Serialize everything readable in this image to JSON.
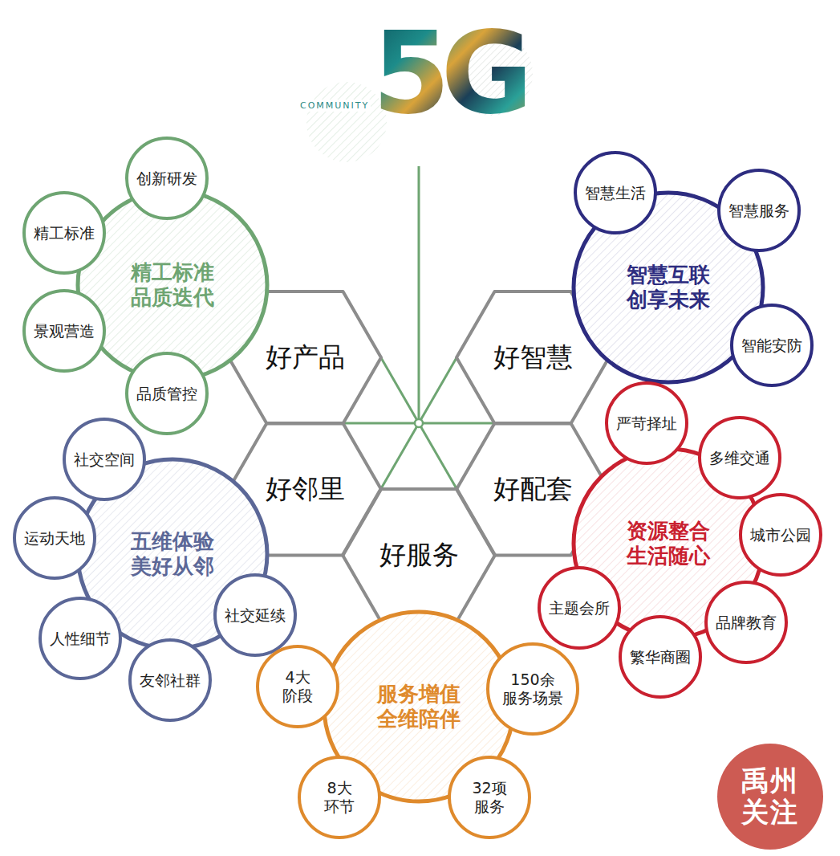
{
  "diagram": {
    "nodes": [
      {
        "text": [
          "好产品"
        ]
      },
      {
        "text": [
          "好智慧"
        ]
      },
      {
        "text": [
          "好邻里"
        ]
      },
      {
        "text": [
          "好配套"
        ]
      },
      {
        "text": [
          "好服务"
        ]
      },
      {
        "text": [
          "精工标准 品质迭代"
        ]
      },
      {
        "text": [
          "智慧互联 创享未来"
        ]
      },
      {
        "text": [
          "五维体验 美好从邻"
        ]
      },
      {
        "text": [
          "资源整合 生活随心"
        ]
      },
      {
        "text": [
          "服务增值 全维陪伴"
        ]
      },
      {
        "text": [
          "创新研发"
        ]
      },
      {
        "text": [
          "精工标准"
        ]
      },
      {
        "text": [
          "景观营造"
        ]
      },
      {
        "text": [
          "品质管控"
        ]
      },
      {
        "text": [
          "智慧生活"
        ]
      },
      {
        "text": [
          "智慧服务"
        ]
      },
      {
        "text": [
          "智能安防"
        ]
      },
      {
        "text": [
          "社交空间"
        ]
      },
      {
        "text": [
          "运动天地"
        ]
      },
      {
        "text": [
          "人性细节"
        ]
      },
      {
        "text": [
          "友邻社群"
        ]
      },
      {
        "text": [
          "社交延续"
        ]
      },
      {
        "text": [
          "严苛择址"
        ]
      },
      {
        "text": [
          "多维交通"
        ]
      },
      {
        "text": [
          "城市公园"
        ]
      },
      {
        "text": [
          "品牌教育"
        ]
      },
      {
        "text": [
          "繁华商圈"
        ]
      },
      {
        "text": [
          "主题会所"
        ]
      },
      {
        "text": [
          "4大 阶段"
        ]
      },
      {
        "text": [
          "150余 服务场景"
        ]
      },
      {
        "text": [
          "8大 环节"
        ]
      },
      {
        "text": [
          "32项 服务"
        ]
      }
    ],
    "labels": [
      "5G",
      "COMMUNITY",
      "禹州 关注"
    ]
  }
}
